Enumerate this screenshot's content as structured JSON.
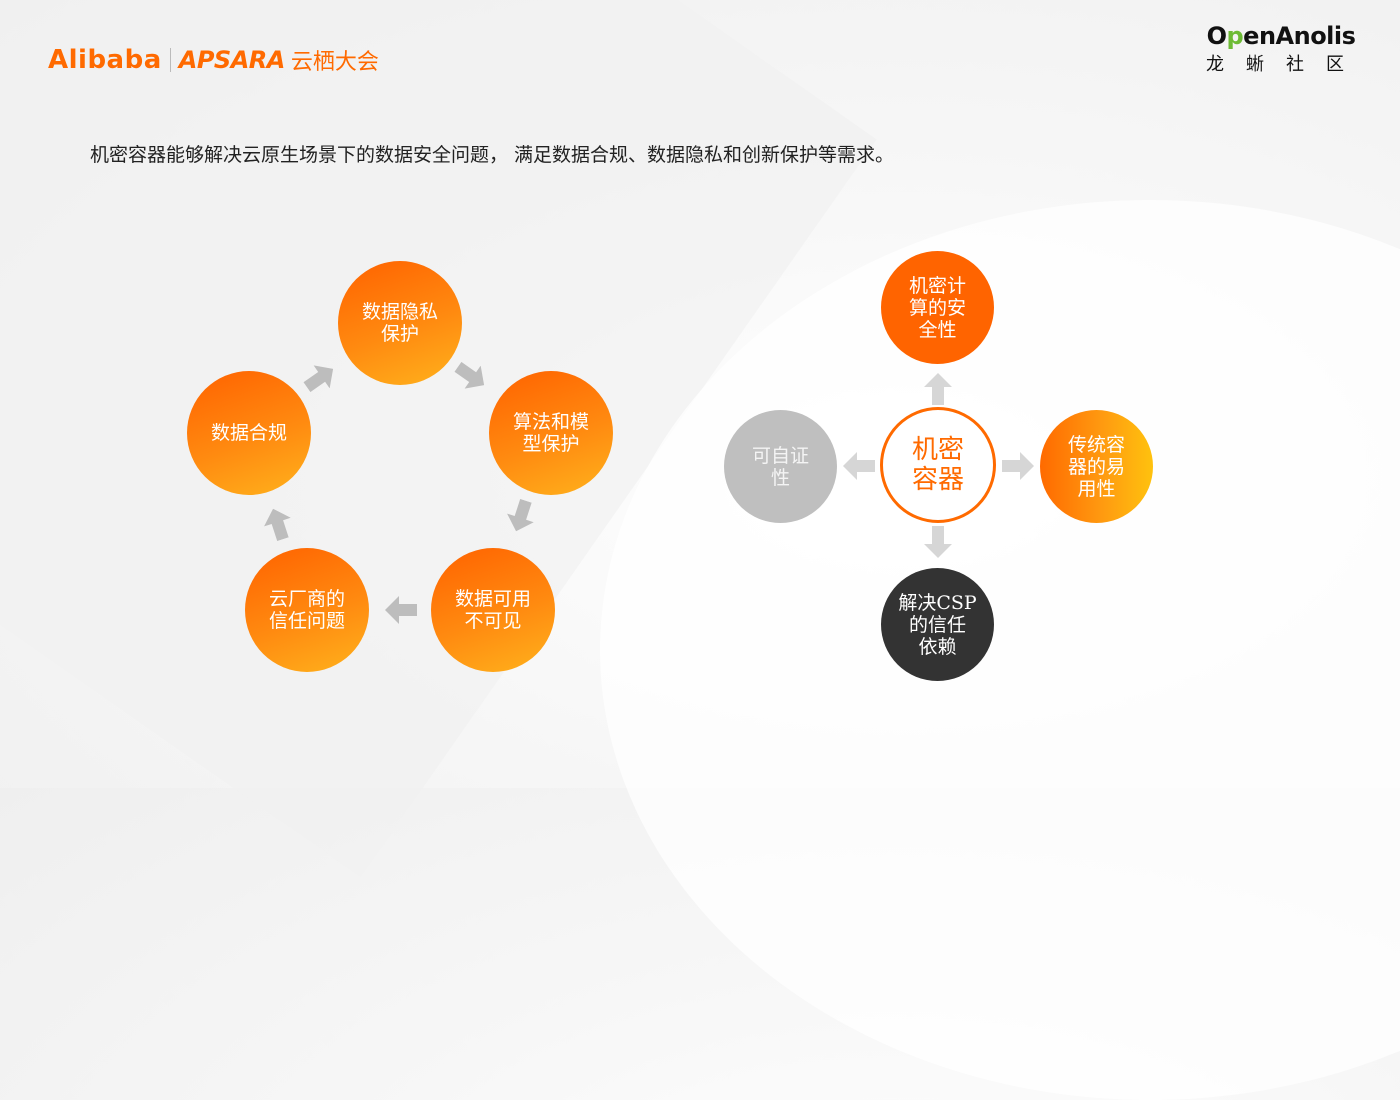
{
  "header": {
    "alibaba_logo": "Alibaba",
    "apsara_logo": "APSARA",
    "event_name": "云栖大会",
    "community_logo_en_prefix": "O",
    "community_logo_en_accent": "p",
    "community_logo_en_suffix": "enAnolis",
    "community_logo_cn": "龙蜥社区"
  },
  "intro_text": "机密容器能够解决云原生场景下的数据安全问题， 满足数据合规、数据隐私和创新保护等需求。",
  "cycle_diagram": {
    "nodes": [
      {
        "label": "数据隐私\n保护"
      },
      {
        "label": "算法和模\n型保护"
      },
      {
        "label": "数据可用\n不可见"
      },
      {
        "label": "云厂商的\n信任问题"
      },
      {
        "label": "数据合规"
      }
    ]
  },
  "hub_diagram": {
    "center": "机密\n容器",
    "top": "机密计\n算的安\n全性",
    "right": "传统容\n器的易\n用性",
    "bottom": "解决CSP\n的信任\n依赖",
    "left": "可自证\n性"
  },
  "colors": {
    "brand_orange": "#ff6a00",
    "arrow_gray": "#bdbdbd",
    "dark_node": "#333333",
    "gray_node": "#bfbfbf"
  }
}
